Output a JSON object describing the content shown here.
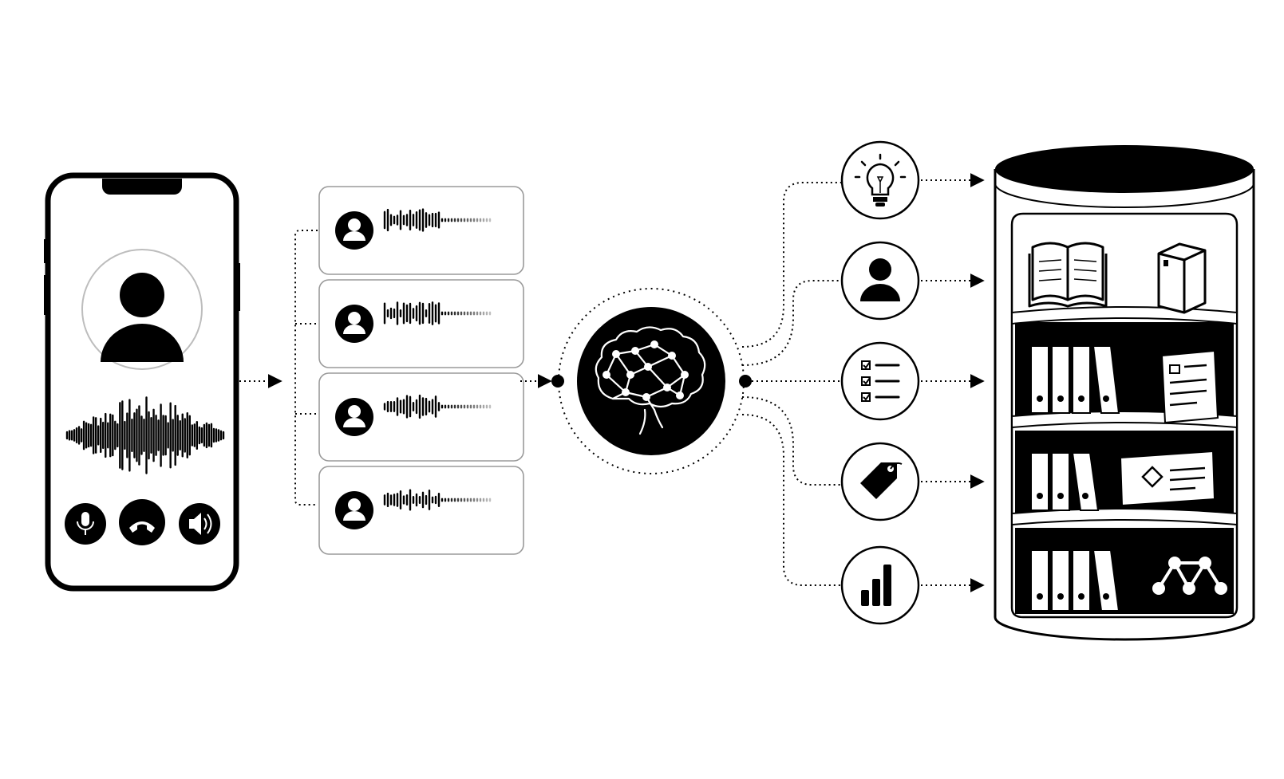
{
  "colors": {
    "ink": "#000000",
    "paper": "#ffffff",
    "faint": "#bdbdbd",
    "card_border": "#9a9a9a"
  },
  "phone": {
    "caller_icon": "person-icon",
    "waveform_icon": "audio-waveform-icon",
    "controls": [
      "microphone-icon",
      "hang-up-icon",
      "speaker-icon"
    ]
  },
  "transcript_cards": [
    {
      "avatar_icon": "person-icon",
      "waveform_icon": "audio-waveform-icon",
      "text_lines": 2
    },
    {
      "avatar_icon": "person-icon",
      "waveform_icon": "audio-waveform-icon",
      "text_lines": 2
    },
    {
      "avatar_icon": "person-icon",
      "waveform_icon": "audio-waveform-icon",
      "text_lines": 2
    },
    {
      "avatar_icon": "person-icon",
      "waveform_icon": "audio-waveform-icon",
      "text_lines": 2
    }
  ],
  "processor": {
    "icon": "brain-network-icon"
  },
  "outputs": [
    {
      "icon": "lightbulb-icon"
    },
    {
      "icon": "person-icon"
    },
    {
      "icon": "checklist-icon"
    },
    {
      "icon": "tag-icon"
    },
    {
      "icon": "bar-chart-icon"
    }
  ],
  "database": {
    "icon": "database-cylinder-icon",
    "shelves": [
      [
        "open-book-icon",
        "box-icon"
      ],
      [
        "binders-icon",
        "document-icon"
      ],
      [
        "binders-icon",
        "card-icon"
      ],
      [
        "binders-icon",
        "network-graph-icon"
      ]
    ]
  }
}
